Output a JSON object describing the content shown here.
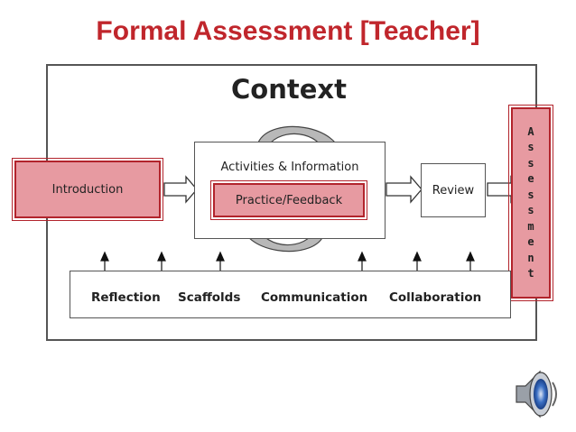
{
  "title": "Formal Assessment [Teacher]",
  "diagram": {
    "context_label": "Context",
    "introduction": "Introduction",
    "activities_label": "Activities & Information",
    "practice_label": "Practice/Feedback",
    "review_label": "Review",
    "assessment_letters": [
      "A",
      "s",
      "s",
      "e",
      "s",
      "s",
      "m",
      "e",
      "n",
      "t"
    ],
    "supports": [
      "Reflection",
      "Scaffolds",
      "Communication",
      "Collaboration"
    ]
  },
  "colors": {
    "title": "#c0262c",
    "highlight_fill": "#e79aa1",
    "highlight_border": "#b2242c"
  },
  "icons": {
    "speaker": "speaker-icon"
  }
}
